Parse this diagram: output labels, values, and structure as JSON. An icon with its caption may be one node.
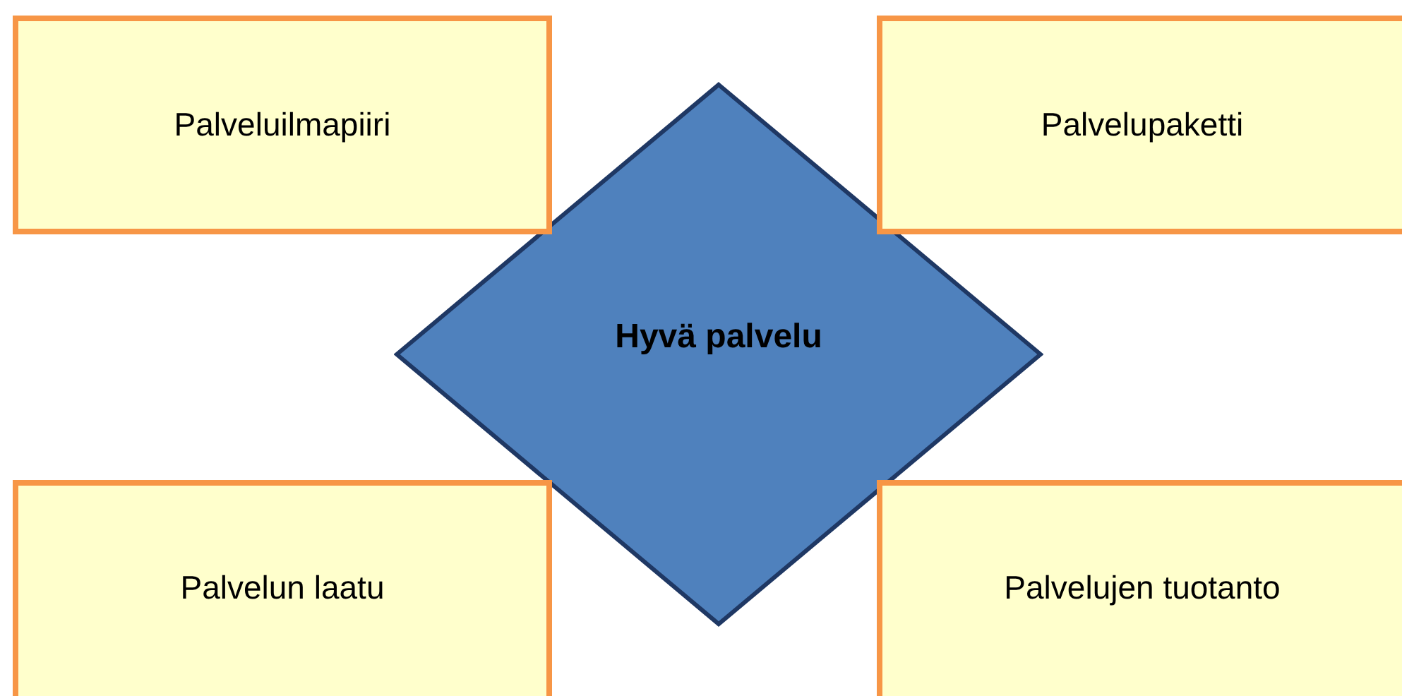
{
  "diagram": {
    "nodes": [
      {
        "text": [
          "Palveluilmapiiri"
        ]
      },
      {
        "text": [
          "Palvelupaketti"
        ]
      },
      {
        "text": [
          "Hyvä palvelu"
        ]
      },
      {
        "text": [
          "Palvelun laatu"
        ]
      },
      {
        "text": [
          "Palvelujen tuotanto"
        ]
      }
    ]
  }
}
